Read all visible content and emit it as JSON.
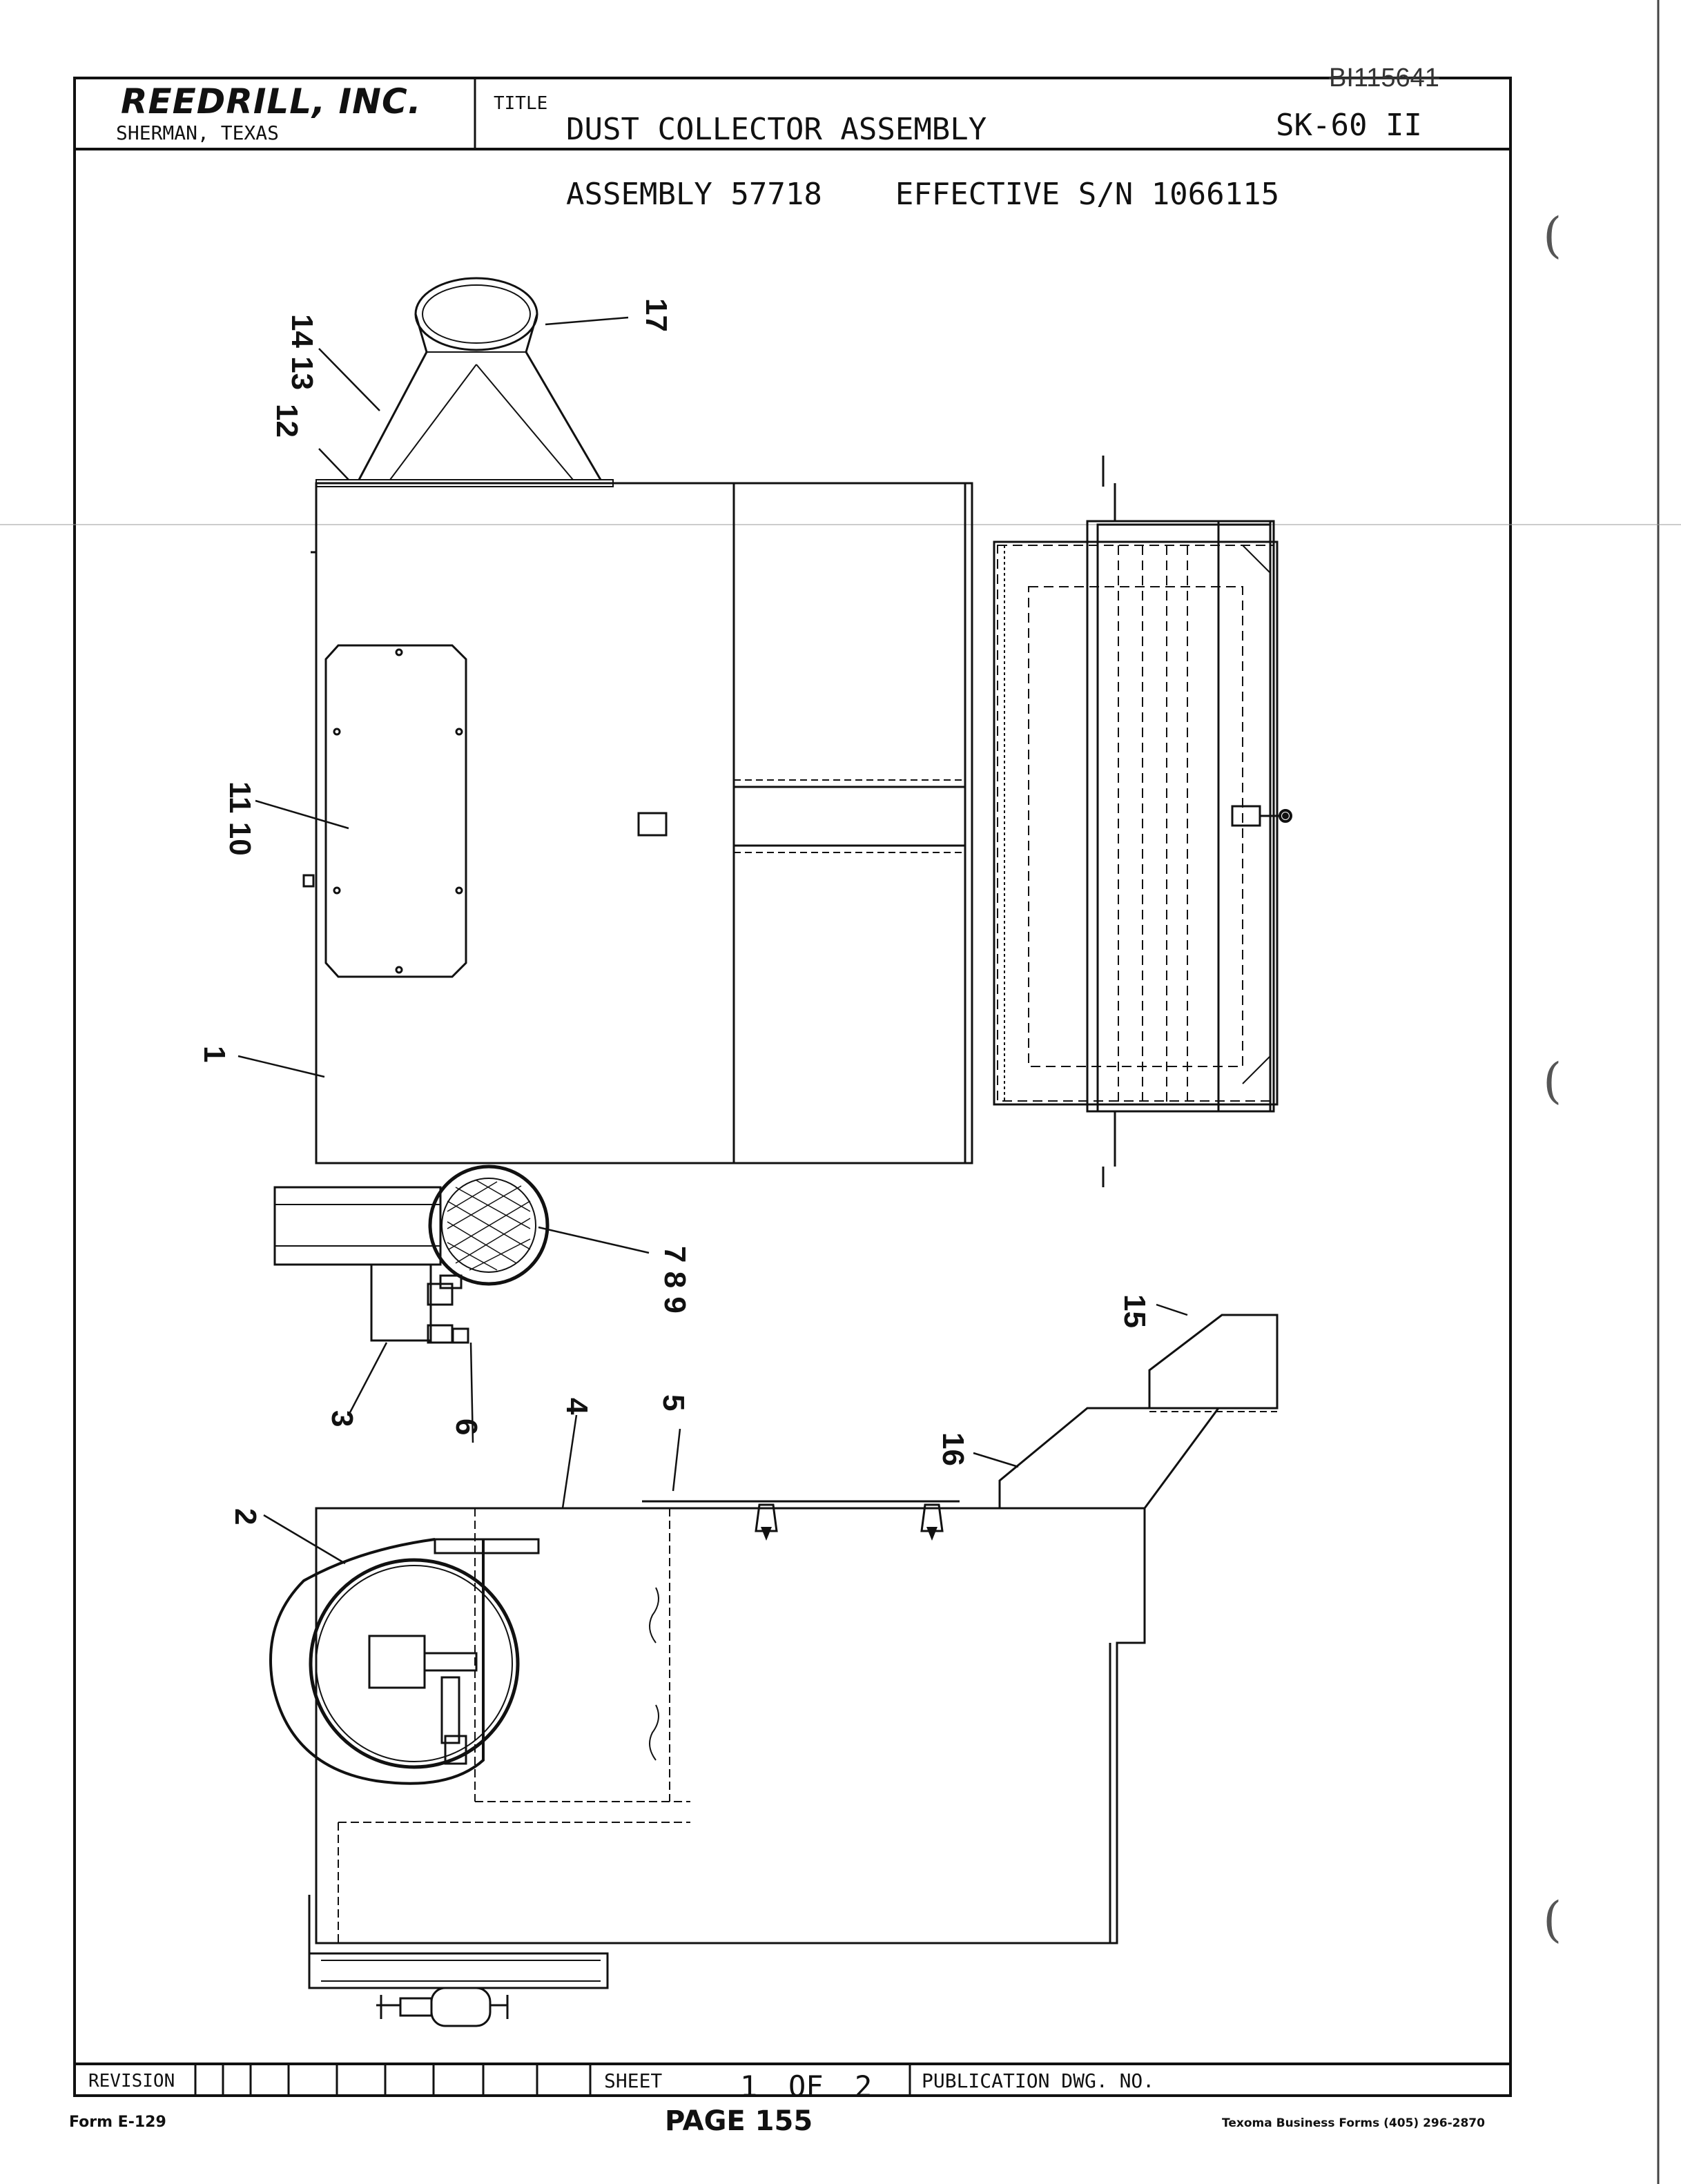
{
  "header": {
    "company": "REEDRILL, INC.",
    "location": "SHERMAN, TEXAS",
    "title_label": "TITLE",
    "title": "DUST COLLECTOR ASSEMBLY",
    "doc_number": "BI115641",
    "model": "SK-60 II"
  },
  "subtitle": "ASSEMBLY 57718    EFFECTIVE S/N 1066115",
  "callouts": [
    {
      "id": "c-14-13",
      "text": "14 13"
    },
    {
      "id": "c-12",
      "text": "12"
    },
    {
      "id": "c-17",
      "text": "17"
    },
    {
      "id": "c-11-10",
      "text": "11 10"
    },
    {
      "id": "c-1",
      "text": "1"
    },
    {
      "id": "c-7-8-9",
      "text": "7 8 9"
    },
    {
      "id": "c-15",
      "text": "15"
    },
    {
      "id": "c-3",
      "text": "3"
    },
    {
      "id": "c-6",
      "text": "6"
    },
    {
      "id": "c-4",
      "text": "4"
    },
    {
      "id": "c-5",
      "text": "5"
    },
    {
      "id": "c-16",
      "text": "16"
    },
    {
      "id": "c-2",
      "text": "2"
    }
  ],
  "footer": {
    "revision_label": "REVISION",
    "sheet_label": "SHEET",
    "sheet_current": "1",
    "sheet_of": "OF",
    "sheet_total": "2",
    "publication_label": "PUBLICATION DWG. NO.",
    "page": "PAGE 155",
    "form": "Form E-129",
    "printer": "Texoma Business Forms (405) 296-2870"
  }
}
